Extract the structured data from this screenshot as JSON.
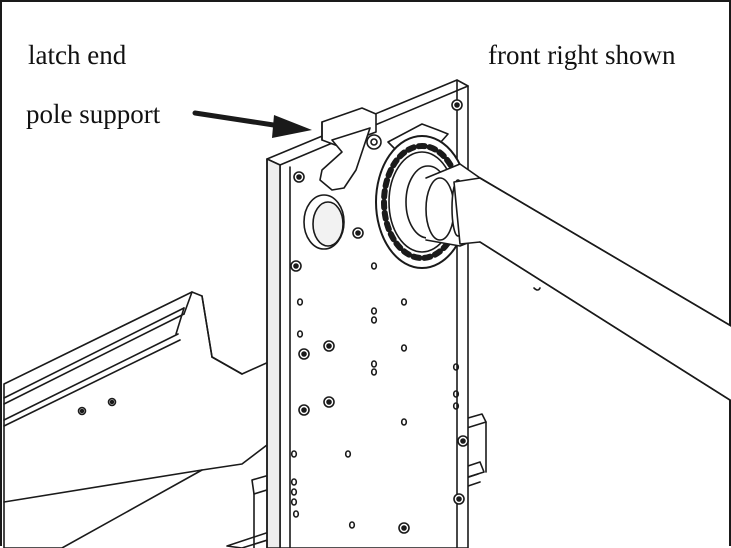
{
  "labels": {
    "latch_end": "latch end",
    "view_note": "front right shown",
    "pole_support": "pole support"
  },
  "colors": {
    "line": "#1a1a1a",
    "fill": "#ffffff",
    "shade": "#e6e6e6"
  }
}
